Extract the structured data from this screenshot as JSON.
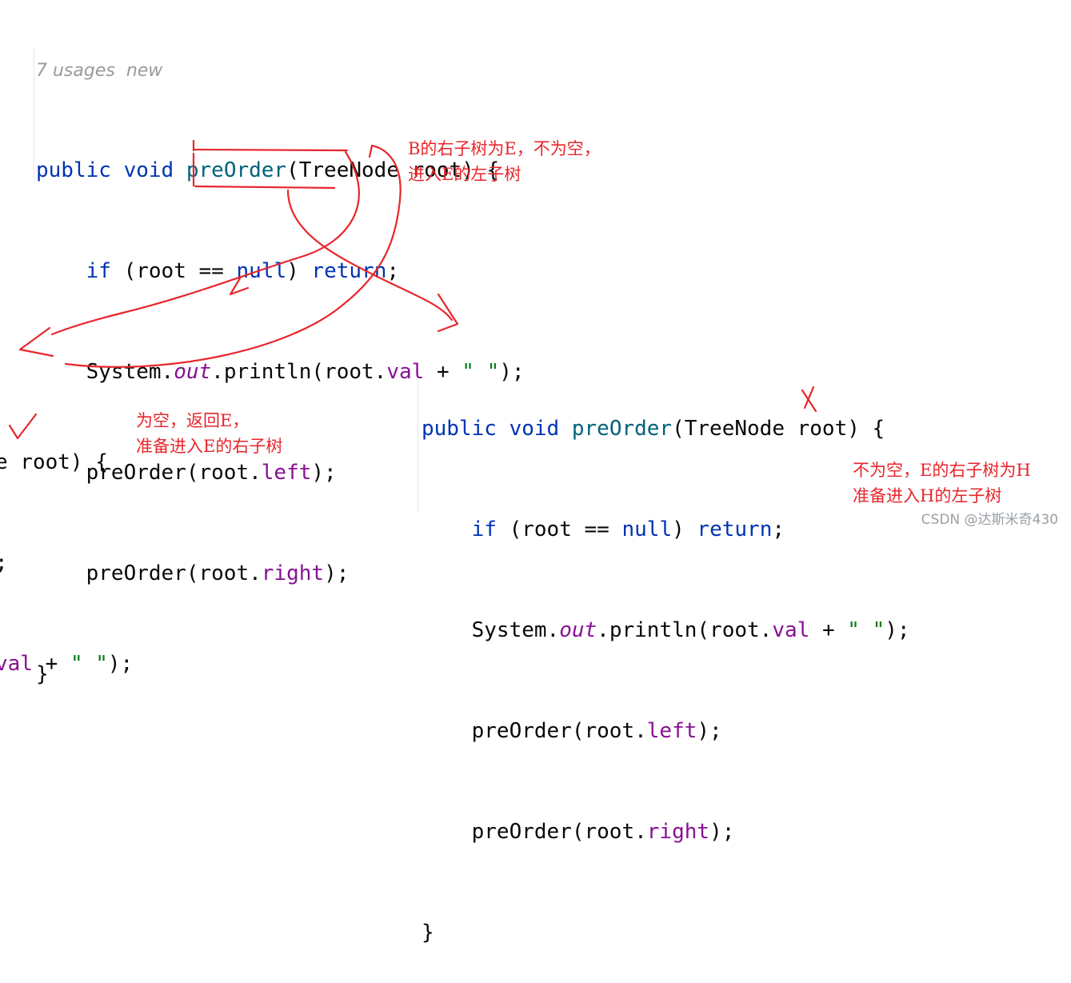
{
  "usage_hint": "7 usages  new",
  "tokens": {
    "public": "public",
    "void": "void",
    "method": "preOrder",
    "params": "(TreeNode root) {",
    "if": "if",
    "null": "null",
    "return": "return",
    "system": "System.",
    "out": "out",
    "println": ".println(root.",
    "val": "val",
    "plus": " + ",
    "str": "\" \"",
    "end_paren": ");",
    "open_root": "(root == ",
    "close_paren": ") ",
    "semicolon": ";",
    "preorder_call": "preOrder(root.",
    "left": "left",
    "right": "right",
    "close_brace": "}"
  },
  "left_fragment": {
    "line1": "e root) {",
    "line2": ";",
    "line3_a": "val",
    "line3_b": " + ",
    "line3_c": "\" \"",
    "line3_d": ");"
  },
  "annotations": {
    "note1_line1": "B的右子树为E，不为空，",
    "note1_line2": "进入E的左子树",
    "note2_line1": "为空，返回E，",
    "note2_line2": "准备进入E的右子树",
    "note3_line1": "不为空，E的右子树为H",
    "note3_line2": "准备进入H的左子树"
  },
  "watermark": "CSDN @达斯米奇430",
  "colors": {
    "keyword": "#0033b3",
    "method": "#00627a",
    "field": "#871094",
    "string": "#067d17",
    "ink": "#e8262b"
  }
}
